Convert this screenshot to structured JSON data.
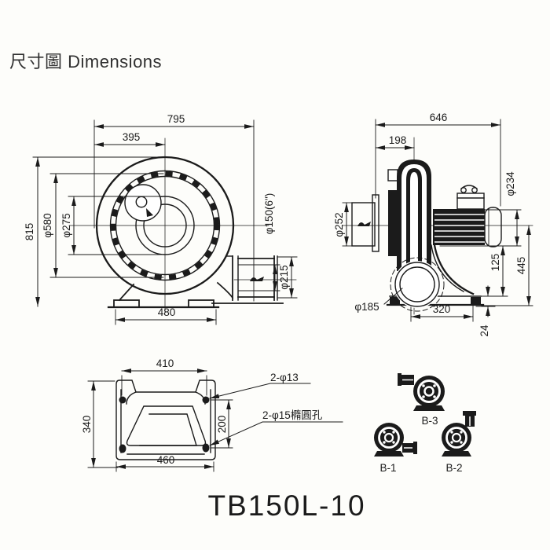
{
  "page": {
    "heading": "尺寸圖 Dimensions",
    "model": "TB150L-10"
  },
  "front_view": {
    "overall_width": "795",
    "center_offset": "395",
    "overall_height": "815",
    "flange_ring_dia": "φ580",
    "inlet_flange_dia": "φ275",
    "outlet_bore": "φ150(6\")",
    "outlet_flange_dia": "φ215",
    "foot_span": "480"
  },
  "side_view": {
    "overall_length": "646",
    "flange_to_center": "198",
    "motor_dia": "φ234",
    "outlet_flange_dia": "φ252",
    "motor_to_base": "125",
    "center_height": "445",
    "suction_dia": "φ185",
    "base_length": "320",
    "base_plate_thickness": "24"
  },
  "base_view": {
    "hole_span": "410",
    "base_depth": "340",
    "hole_pitch": "200",
    "base_width": "460",
    "round_holes_label": "2-φ13",
    "oval_holes_label": "2-φ15橢圓孔"
  },
  "orientation_views": {
    "b1": "B-1",
    "b2": "B-2",
    "b3": "B-3"
  },
  "colors": {
    "ink": "#1b1b1b",
    "paper": "#fdfdfa"
  }
}
